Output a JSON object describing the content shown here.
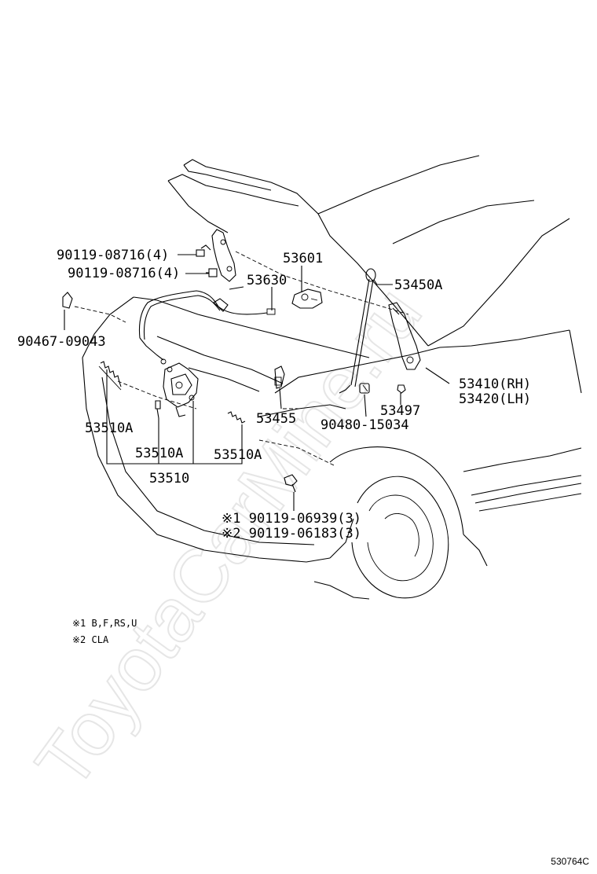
{
  "watermark": "ToyotaCarMine.ru",
  "figure_id": "530764C",
  "parts": {
    "p1": "90119-08716(4)",
    "p2": "90119-08716(4)",
    "p3": "53601",
    "p4": "53630",
    "p5": "53450A",
    "p6": "90467-09043",
    "p7": "53410(RH)",
    "p8": "53420(LH)",
    "p9": "53497",
    "p10": "53455",
    "p11": "90480-15034",
    "p12": "53510A",
    "p13": "53510A",
    "p14": "53510A",
    "p15": "53510",
    "p16": "※1 90119-06939(3)",
    "p17": "※2 90119-06183(3)"
  },
  "notes": {
    "n1": "※1 B,F,RS,U",
    "n2": "※2 CLA"
  }
}
